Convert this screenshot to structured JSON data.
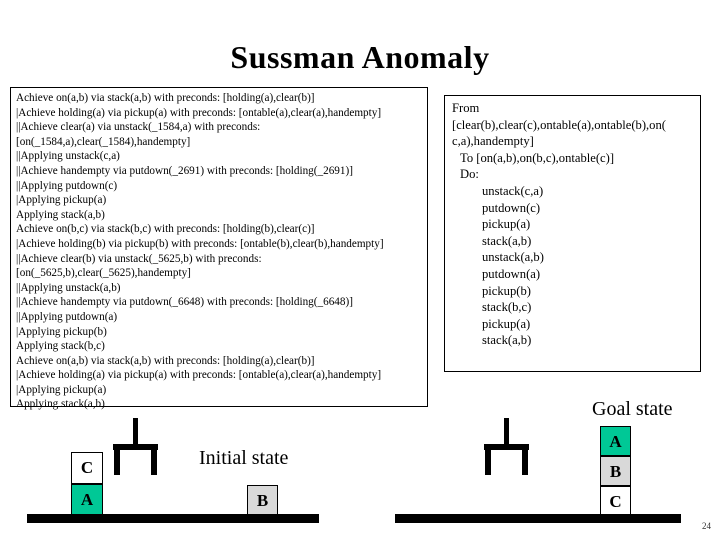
{
  "slide": {
    "title": "Sussman Anomaly",
    "page_number": "24",
    "background_color": "#ffffff",
    "text_color": "#000000"
  },
  "trace_box": {
    "lines": [
      "Achieve on(a,b) via stack(a,b) with preconds: [holding(a),clear(b)]",
      "|Achieve holding(a) via pickup(a) with preconds: [ontable(a),clear(a),handempty]",
      "||Achieve clear(a) via unstack(_1584,a) with preconds:",
      "[on(_1584,a),clear(_1584),handempty]",
      "||Applying unstack(c,a)",
      "||Achieve handempty via putdown(_2691) with preconds: [holding(_2691)]",
      "||Applying putdown(c)",
      "|Applying pickup(a)",
      "Applying stack(a,b)",
      "Achieve on(b,c) via stack(b,c) with preconds: [holding(b),clear(c)]",
      "|Achieve holding(b) via pickup(b) with preconds: [ontable(b),clear(b),handempty]",
      "||Achieve clear(b) via unstack(_5625,b) with preconds:",
      "[on(_5625,b),clear(_5625),handempty]",
      "||Applying unstack(a,b)",
      "||Achieve handempty via putdown(_6648) with preconds: [holding(_6648)]",
      "||Applying putdown(a)",
      "|Applying pickup(b)",
      "Applying stack(b,c)",
      "Achieve on(a,b) via stack(a,b) with preconds: [holding(a),clear(b)]",
      "|Achieve holding(a) via pickup(a) with preconds: [ontable(a),clear(a),handempty]",
      "|Applying pickup(a)",
      "Applying stack(a,b)"
    ]
  },
  "plan_box": {
    "from_label": "From",
    "from_state_line1": "[clear(b),clear(c),ontable(a),ontable(b),on(",
    "from_state_line2": "c,a),handempty]",
    "to_line": "To [on(a,b),on(b,c),ontable(c)]",
    "do_label": "Do:",
    "actions": [
      "unstack(c,a)",
      "putdown(c)",
      "pickup(a)",
      "stack(a,b)",
      "unstack(a,b)",
      "putdown(a)",
      "pickup(b)",
      "stack(b,c)",
      "pickup(a)",
      "stack(a,b)"
    ]
  },
  "initial_state": {
    "label": "Initial state",
    "blocks": [
      {
        "name": "C",
        "fill": "#ffffff"
      },
      {
        "name": "A",
        "fill": "#00c896"
      },
      {
        "name": "B",
        "fill": "#d9d9d9"
      }
    ]
  },
  "goal_state": {
    "label": "Goal state",
    "blocks": [
      {
        "name": "A",
        "fill": "#00c896"
      },
      {
        "name": "B",
        "fill": "#d9d9d9"
      },
      {
        "name": "C",
        "fill": "#ffffff"
      }
    ]
  }
}
